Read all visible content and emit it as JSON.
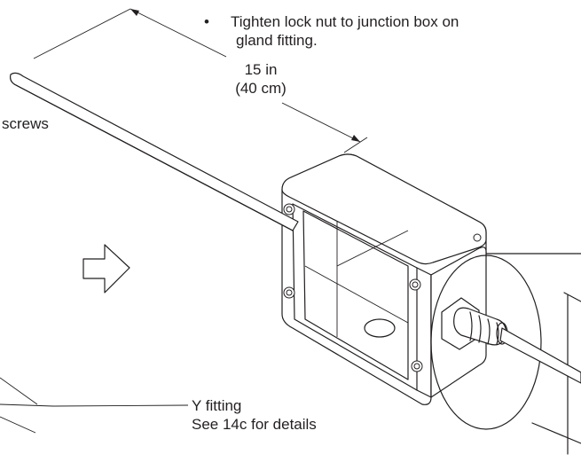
{
  "instruction": {
    "bullet": "•",
    "text_line1": "Tighten lock nut to junction box on",
    "text_line2": "gland fitting."
  },
  "dimension": {
    "imperial": "15 in",
    "metric": "(40 cm)"
  },
  "labels": {
    "screws": "screws",
    "y_fitting": "Y fitting",
    "see_details": "See 14c for details"
  },
  "colors": {
    "ink": "#231f20",
    "background": "#ffffff"
  }
}
